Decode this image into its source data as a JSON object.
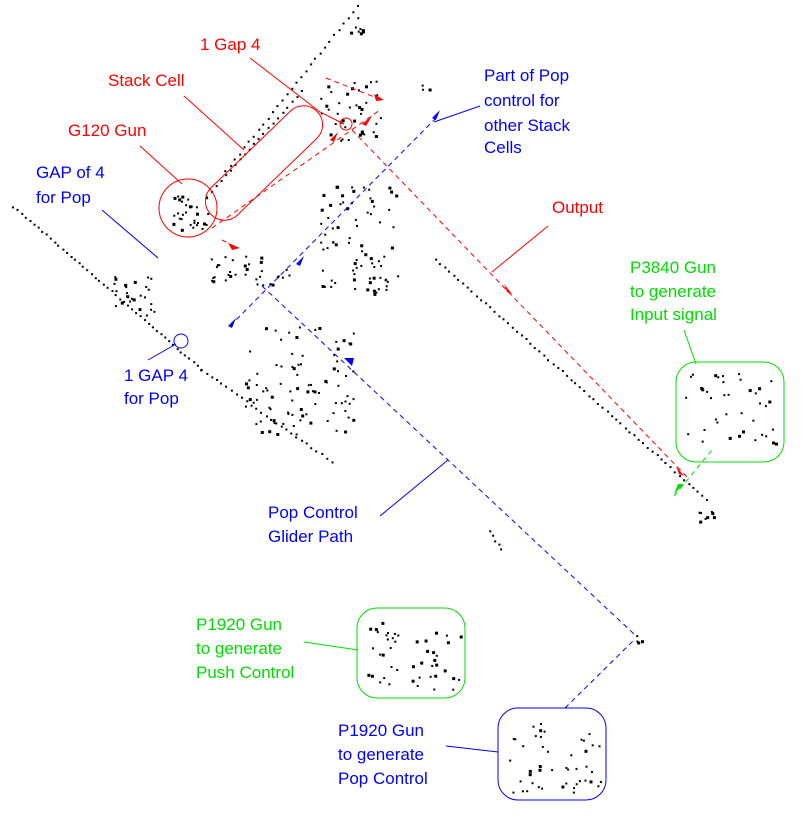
{
  "colors": {
    "red": "#ff0000",
    "blue": "#0000ff",
    "green": "#00dd00",
    "cells": "#000000",
    "background": "#ffffff"
  },
  "labels": {
    "gap4_top": [
      "1 Gap 4"
    ],
    "stack_cell": [
      "Stack Cell"
    ],
    "g120_gun": [
      "G120 Gun"
    ],
    "gap_of_4": [
      "GAP of 4",
      "for Pop"
    ],
    "part_of_pop": [
      "Part of Pop",
      "control for",
      "other Stack",
      "Cells"
    ],
    "output": [
      "Output"
    ],
    "p3840_gun": [
      "P3840 Gun",
      "to generate",
      "Input signal"
    ],
    "one_gap4_pop": [
      "1 GAP 4",
      "for Pop"
    ],
    "pop_control_path": [
      "Pop Control",
      "Glider Path"
    ],
    "p1920_push": [
      "P1920 Gun",
      "to generate",
      "Push Control"
    ],
    "p1920_pop": [
      "P1920 Gun",
      "to generate",
      "Pop Control"
    ]
  }
}
